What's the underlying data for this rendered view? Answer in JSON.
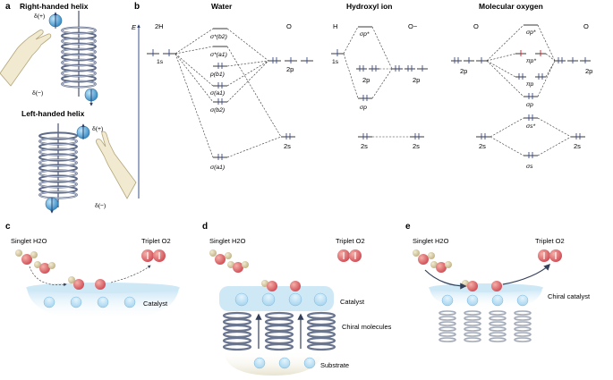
{
  "panels": {
    "a": {
      "label": "a",
      "right_title": "Right-handed helix",
      "left_title": "Left-handed helix",
      "delta_plus": "δ(+)",
      "delta_minus": "δ(−)"
    },
    "b": {
      "label": "b",
      "energy_axis": "E",
      "water": {
        "title": "Water",
        "left": "2H",
        "right": "O",
        "levels": [
          "σ*(b2)",
          "σ*(a1)",
          "p(b1)",
          "σ(a1)",
          "σ(b2)",
          "σ(a1)"
        ],
        "h_orbital": "1s",
        "o_2p": "2p",
        "o_2s": "2s"
      },
      "hydroxyl": {
        "title": "Hydroxyl ion",
        "left": "H",
        "right": "O−",
        "levels": [
          "σp*",
          "2p",
          "2p",
          "σp",
          "2s",
          "2s"
        ],
        "h_orbital": "1s"
      },
      "oxygen": {
        "title": "Molecular oxygen",
        "left": "O",
        "right": "O",
        "levels": [
          "σp*",
          "πp*",
          "πp",
          "σp",
          "σs*",
          "σs"
        ],
        "left_2p": "2p",
        "right_2p": "2p",
        "left_2s": "2s",
        "right_2s": "2s"
      }
    },
    "c": {
      "label": "c",
      "start": "Singlet H2O",
      "end": "Triplet O2",
      "catalyst": "Catalyst"
    },
    "d": {
      "label": "d",
      "start": "Singlet H2O",
      "end": "Triplet O2",
      "catalyst": "Catalyst",
      "chiral": "Chiral molecules",
      "substrate": "Substrate"
    },
    "e": {
      "label": "e",
      "start": "Singlet H2O",
      "end": "Triplet O2",
      "catalyst": "Chiral catalyst"
    }
  },
  "colors": {
    "electron_blue": "#5aa8d8",
    "oxygen_red": "#e07070",
    "hydrogen_tan": "#d8ccaa",
    "catalyst_blue": "#bfe0f4",
    "helix_gray": "#6a7590",
    "spin_red": "#d0202a"
  }
}
